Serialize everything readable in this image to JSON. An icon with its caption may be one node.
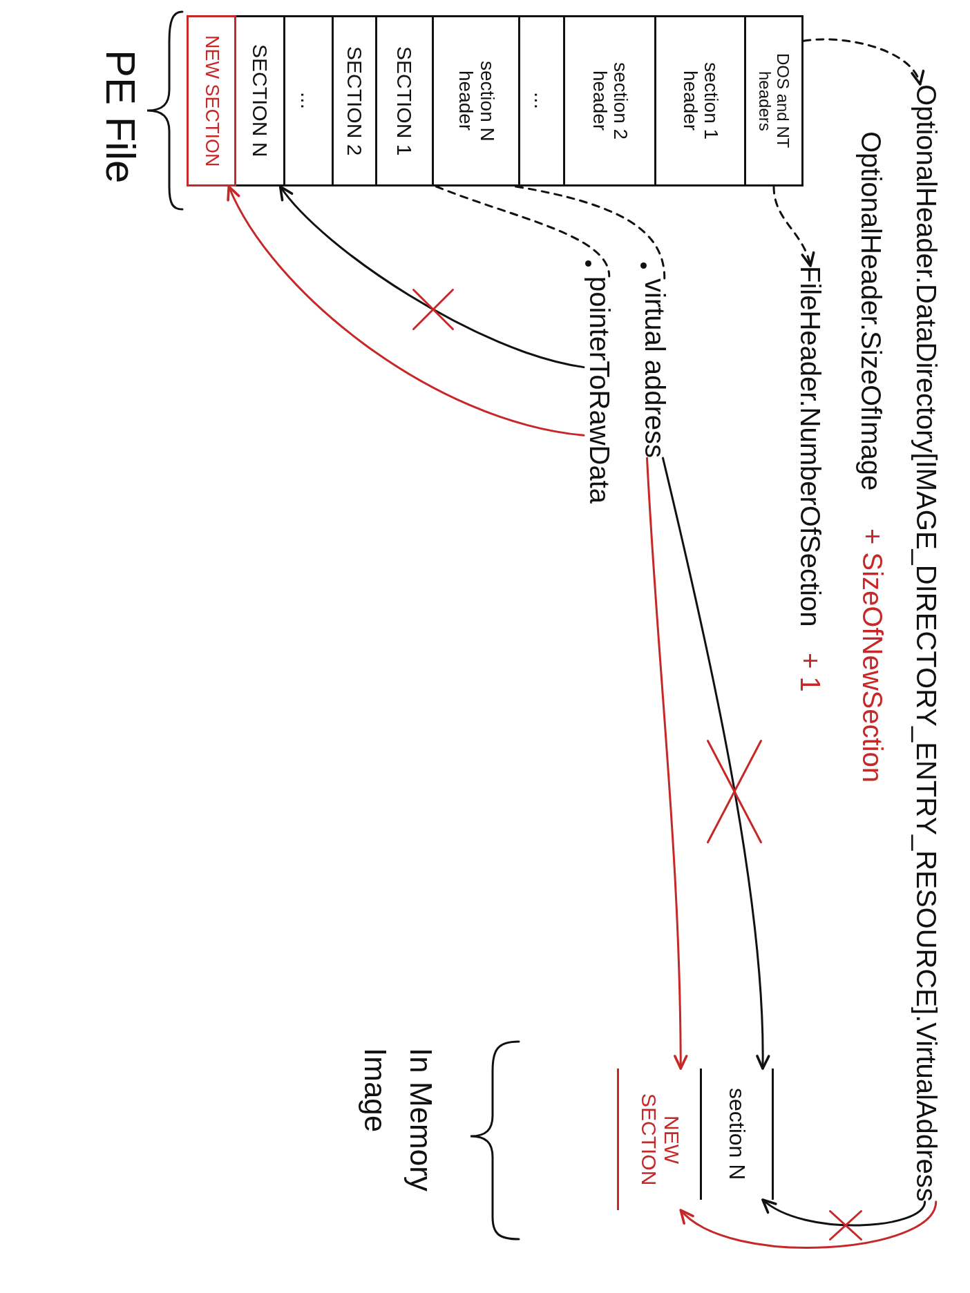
{
  "diagram": {
    "nodes": [
      {
        "text": [
          "DOS and NT headers"
        ]
      },
      {
        "text": [
          "section 1 header"
        ]
      },
      {
        "text": [
          "section 2 header"
        ]
      },
      {
        "text": [
          "..."
        ]
      },
      {
        "text": [
          "section N header"
        ]
      },
      {
        "text": [
          "SECTION 1"
        ]
      },
      {
        "text": [
          "SECTION 2"
        ]
      },
      {
        "text": [
          "..."
        ]
      },
      {
        "text": [
          "SECTION N"
        ]
      },
      {
        "text": [
          "NEW SECTION"
        ]
      },
      {
        "text": [
          "OptionalHeader.DataDirectory[IMAGE_DIRECTORY_ENTRY_RESOURCE].VirtualAddress"
        ]
      },
      {
        "text": [
          "FileHeader.NumberOfSection"
        ],
        "beside": [
          "+ 1"
        ]
      },
      {
        "text": [
          "virtual address"
        ]
      },
      {
        "text": [
          "pointerToRawData"
        ]
      },
      {
        "text": [
          "section N"
        ]
      },
      {
        "text": [
          "NEW SECTION"
        ]
      }
    ],
    "edges": [
      {
        "from": 0,
        "to": 10,
        "arrow": "to",
        "style": "dashed"
      },
      {
        "from": 0,
        "to": 11,
        "arrow": "to",
        "style": "dashed"
      },
      {
        "from": 4,
        "to": 12,
        "arrow": "none",
        "style": "dashed"
      },
      {
        "from": 4,
        "to": 13,
        "arrow": "none",
        "style": "dashed"
      },
      {
        "from": 13,
        "to": 8,
        "arrow": "to"
      },
      {
        "from": 13,
        "to": 9,
        "arrow": "to",
        "color": "#c62828"
      },
      {
        "from": 12,
        "to": 14,
        "arrow": "to"
      },
      {
        "from": 12,
        "to": 15,
        "arrow": "to",
        "color": "#c62828"
      },
      {
        "from": 10,
        "to": 14,
        "arrow": "to"
      },
      {
        "from": 10,
        "to": 15,
        "arrow": "to",
        "color": "#c62828"
      }
    ],
    "labels": [
      "OptionalHeader.SizeOfImage",
      "+ SizeOfNewSection",
      "PE File",
      "In Memory Image"
    ]
  }
}
